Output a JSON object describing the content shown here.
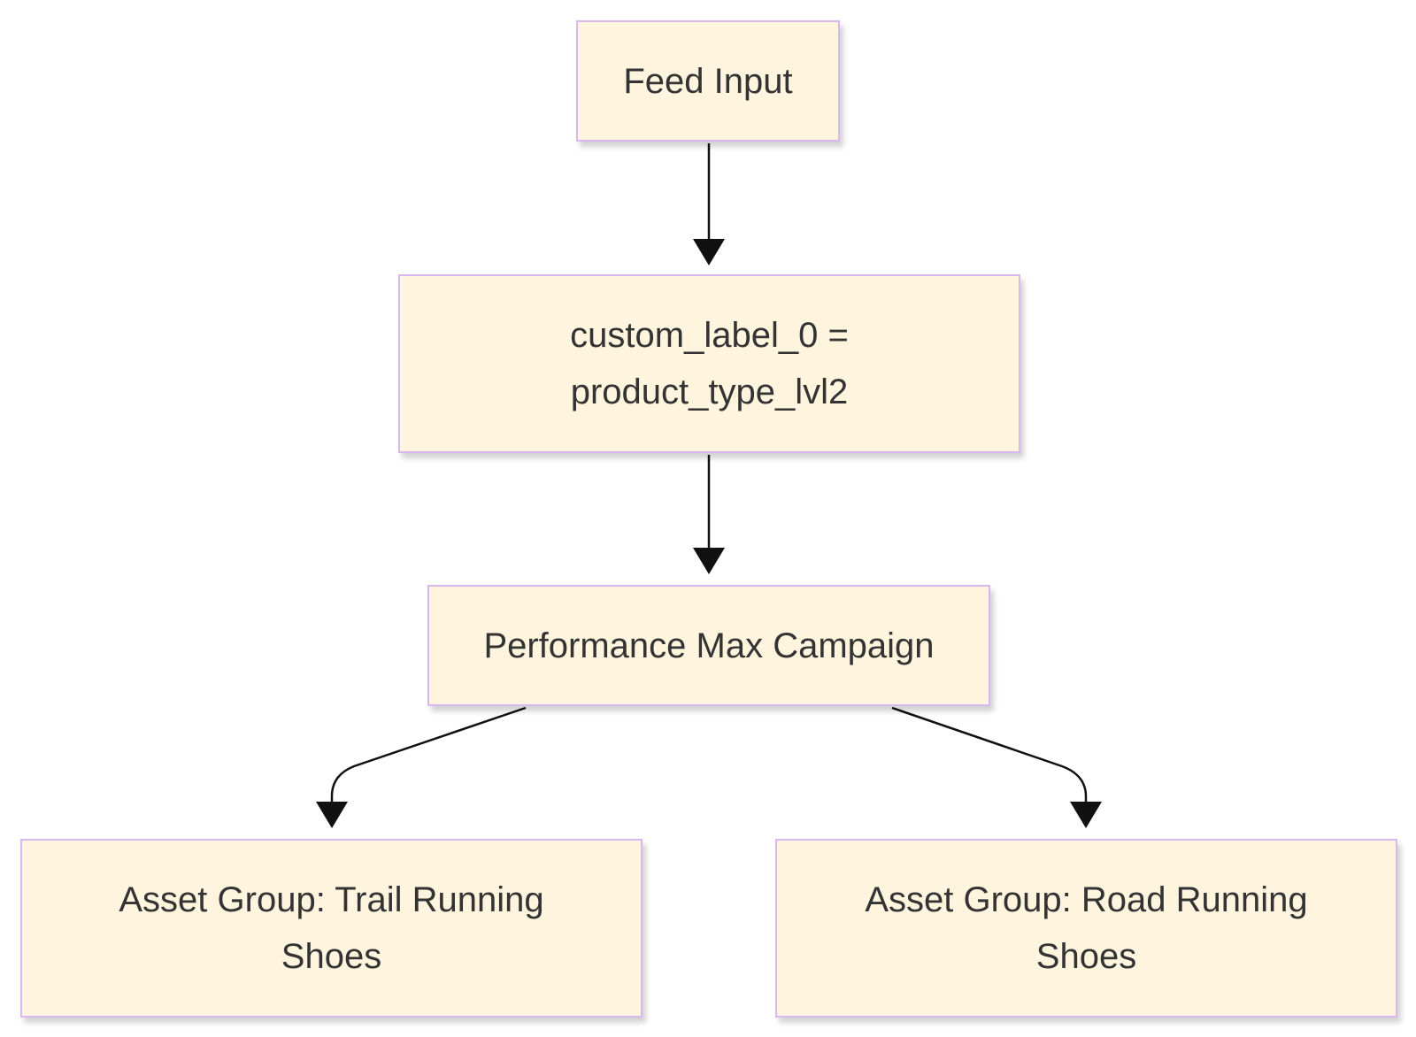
{
  "nodes": {
    "feed_input": {
      "line1": "Feed Input"
    },
    "custom_label": {
      "line1": "custom_label_0 =",
      "line2": "product_type_lvl2"
    },
    "campaign": {
      "line1": "Performance Max Campaign"
    },
    "trail_group": {
      "line1": "Asset Group: Trail Running",
      "line2": "Shoes"
    },
    "road_group": {
      "line1": "Asset Group: Road Running",
      "line2": "Shoes"
    }
  },
  "edges": [
    {
      "from": "feed_input",
      "to": "custom_label"
    },
    {
      "from": "custom_label",
      "to": "campaign"
    },
    {
      "from": "campaign",
      "to": "trail_group"
    },
    {
      "from": "campaign",
      "to": "road_group"
    }
  ],
  "colors": {
    "node_fill": "#fff4dd",
    "node_border": "#d9b8f0",
    "edge": "#111111",
    "text": "#333333"
  }
}
